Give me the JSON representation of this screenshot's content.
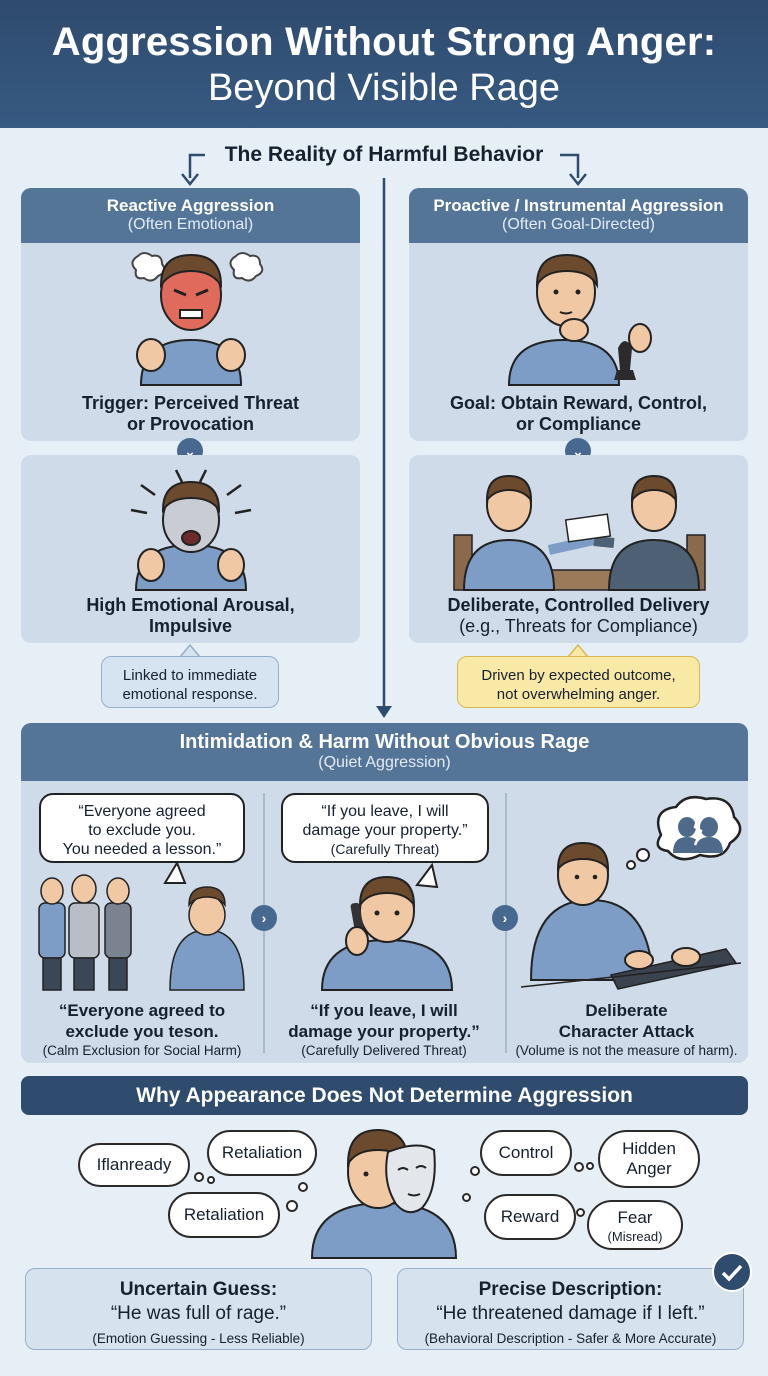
{
  "header": {
    "title_line1": "Aggression Without Strong Anger:",
    "title_line2": "Beyond Visible Rage"
  },
  "reality_title": "The Reality of Harmful Behavior",
  "reactive": {
    "title": "Reactive Aggression",
    "subtitle": "(Often Emotional)",
    "caption1_l1": "Trigger: Perceived Threat",
    "caption1_l2": "or Provocation",
    "caption2_l1": "High Emotional Arousal,",
    "caption2_l2": "Impulsive",
    "note_l1": "Linked to immediate",
    "note_l2": "emotional response."
  },
  "proactive": {
    "title": "Proactive / Instrumental Aggression",
    "subtitle": "(Often Goal-Directed)",
    "caption1_l1": "Goal: Obtain Reward, Control,",
    "caption1_l2": "or Compliance",
    "caption2_l1": "Deliberate, Controlled Delivery",
    "caption2_l2": "(e.g., Threats for Compliance)",
    "note_l1": "Driven by expected outcome,",
    "note_l2": "not overwhelming anger."
  },
  "intimidation": {
    "title": "Intimidation & Harm Without Obvious Rage",
    "subtitle": "(Quiet Aggression)",
    "bubble1_l1": "“Everyone agreed",
    "bubble1_l2": "to exclude you.",
    "bubble1_l3": "You needed a lesson.”",
    "bubble2_l1": "“If you leave, I will",
    "bubble2_l2": "damage your property.”",
    "bubble2_l3": "(Carefully Threat)",
    "cap1_l1": "“Everyone agreed to",
    "cap1_l2": "exclude you teson.",
    "cap1_sub": "(Calm Exclusion for Social Harm)",
    "cap2_l1": "“If you leave, I will",
    "cap2_l2": "damage your property.”",
    "cap2_sub": "(Carefully Delivered Threat)",
    "cap3_l1": "Deliberate",
    "cap3_l2": "Character Attack",
    "cap3_sub": "(Volume is not the measure of harm)."
  },
  "appearance": {
    "title": "Why Appearance Does Not Determine Aggression",
    "clouds_left": [
      "Iflanready",
      "Retaliation",
      "Retaliation"
    ],
    "clouds_right": [
      "Control",
      "Hidden",
      "Anger",
      "Reward",
      "Fear",
      "(Misread)"
    ]
  },
  "guess": {
    "title": "Uncertain Guess:",
    "quote": "“He was full of rage.”",
    "sub": "(Emotion Guessing - Less Reliable)"
  },
  "precise": {
    "title": "Precise Description:",
    "quote": "“He threatened damage if I left.”",
    "sub": "(Behavioral Description - Safer & More Accurate)"
  },
  "colors": {
    "header": "#2f4b6e",
    "panel_title": "#547598",
    "panel_bg": "#cfdbe8",
    "note_yellow": "#f9e9a6",
    "skin": "#f0c9a4",
    "shirt": "#7d9dc6"
  }
}
